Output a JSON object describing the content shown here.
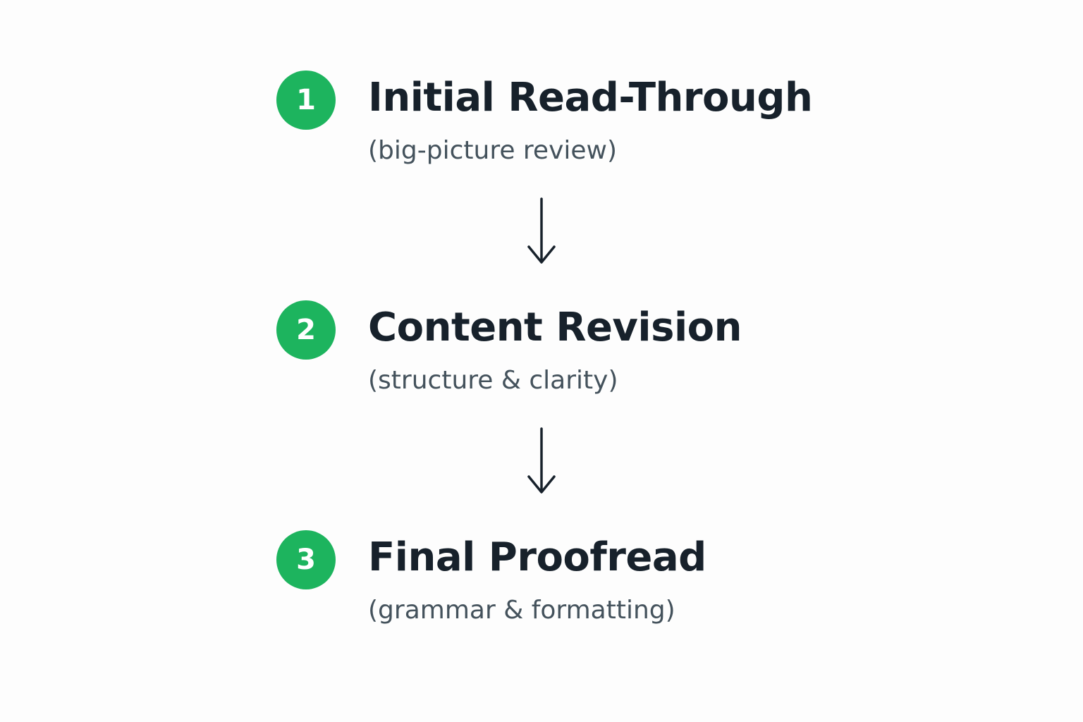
{
  "colors": {
    "accent": "#1db45e",
    "title": "#17212b",
    "subtitle": "#44525c",
    "arrow": "#17212b"
  },
  "steps": [
    {
      "number": "1",
      "title": "Initial Read-Through",
      "subtitle": "(big-picture review)"
    },
    {
      "number": "2",
      "title": "Content Revision",
      "subtitle": "(structure & clarity)"
    },
    {
      "number": "3",
      "title": "Final Proofread",
      "subtitle": "(grammar & formatting)"
    }
  ],
  "arrows": [
    {
      "icon": "arrow-down-icon"
    },
    {
      "icon": "arrow-down-icon"
    }
  ]
}
